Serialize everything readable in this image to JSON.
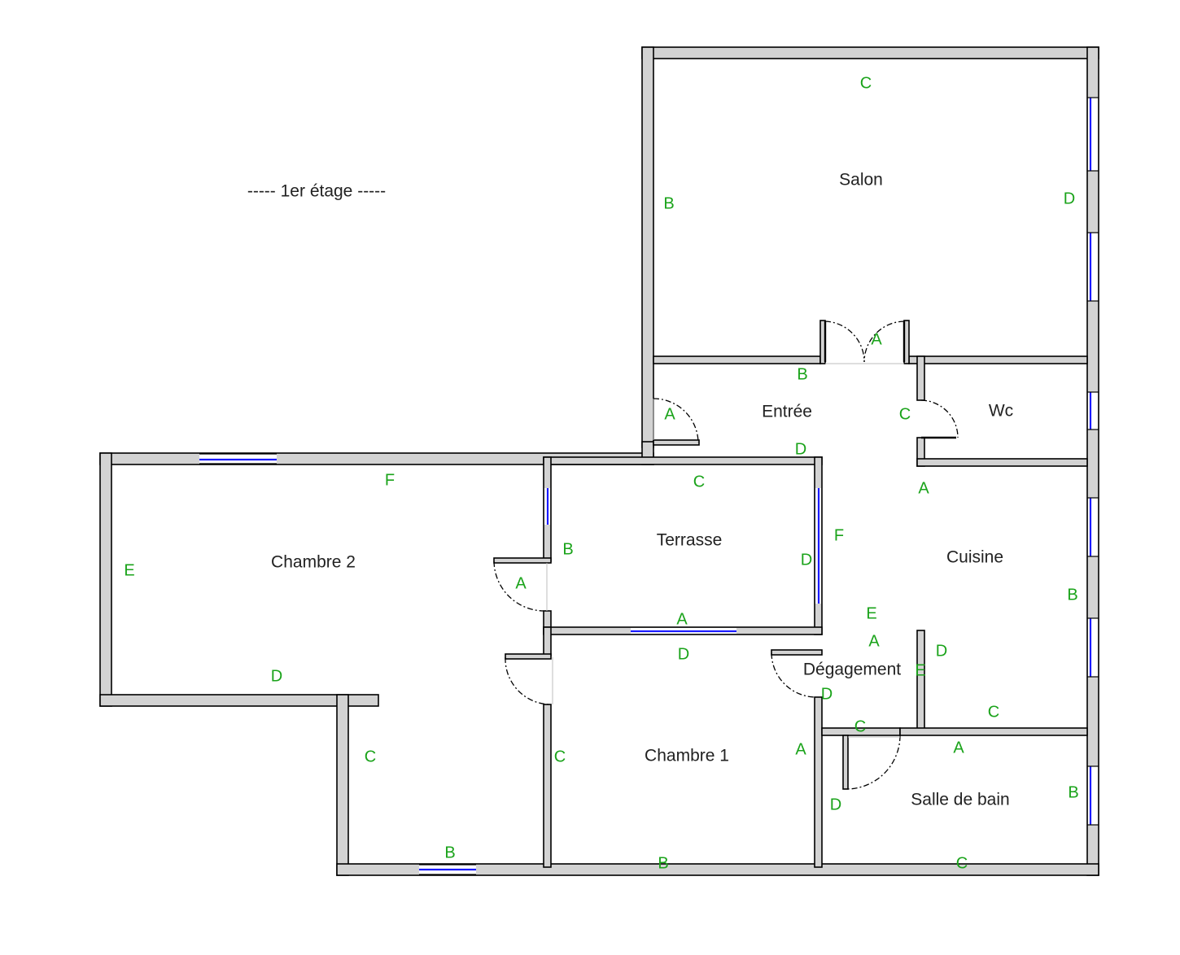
{
  "floor_label": "----- 1er étage -----",
  "rooms": {
    "salon": "Salon",
    "entree": "Entrée",
    "wc": "Wc",
    "terrasse": "Terrasse",
    "chambre2": "Chambre 2",
    "cuisine": "Cuisine",
    "degagement": "Dégagement",
    "chambre1": "Chambre 1",
    "salle_de_bain": "Salle de bain"
  },
  "wall_labels": {
    "salon": [
      "C",
      "B",
      "D",
      "A"
    ],
    "entree": [
      "B",
      "A",
      "C",
      "D"
    ],
    "terrasse": [
      "C",
      "B",
      "D",
      "A"
    ],
    "chambre2": [
      "F",
      "E",
      "A",
      "D",
      "C",
      "B"
    ],
    "cuisine": [
      "A",
      "F",
      "B",
      "E",
      "A",
      "D",
      "E",
      "C"
    ],
    "chambre1": [
      "D",
      "C",
      "A",
      "B"
    ],
    "degagement": [
      "D",
      "C"
    ],
    "salle_de_bain": [
      "A",
      "B",
      "D",
      "C"
    ]
  },
  "colors": {
    "wall_fill": "#d3d3d3",
    "window": "#1a1aff",
    "wall_letter": "#1aa31a"
  }
}
